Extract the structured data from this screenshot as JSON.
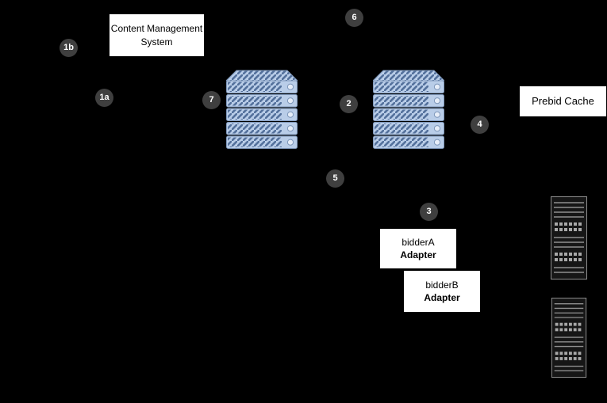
{
  "diagram": {
    "nodes": {
      "cms": {
        "line1": "Content Management",
        "line2": "System"
      },
      "prebid_cache": {
        "label": "Prebid Cache"
      },
      "bidder_a": {
        "name": "bidderA",
        "type": "Adapter"
      },
      "bidder_b": {
        "name": "bidderB",
        "type": "Adapter"
      }
    },
    "badges": [
      {
        "label": "1b"
      },
      {
        "label": "1a"
      },
      {
        "label": "7"
      },
      {
        "label": "6"
      },
      {
        "label": "2"
      },
      {
        "label": "4"
      },
      {
        "label": "5"
      },
      {
        "label": "3"
      }
    ],
    "colors": {
      "background": "#000000",
      "badge_bg": "#3f3f3f",
      "badge_text": "#ffffff",
      "node_bg": "#ffffff",
      "node_text": "#000000",
      "server_fill": "#b9cde8",
      "server_stripe": "#54719c",
      "rack_fill": "#161616",
      "rack_line": "#8f8f8f"
    }
  }
}
